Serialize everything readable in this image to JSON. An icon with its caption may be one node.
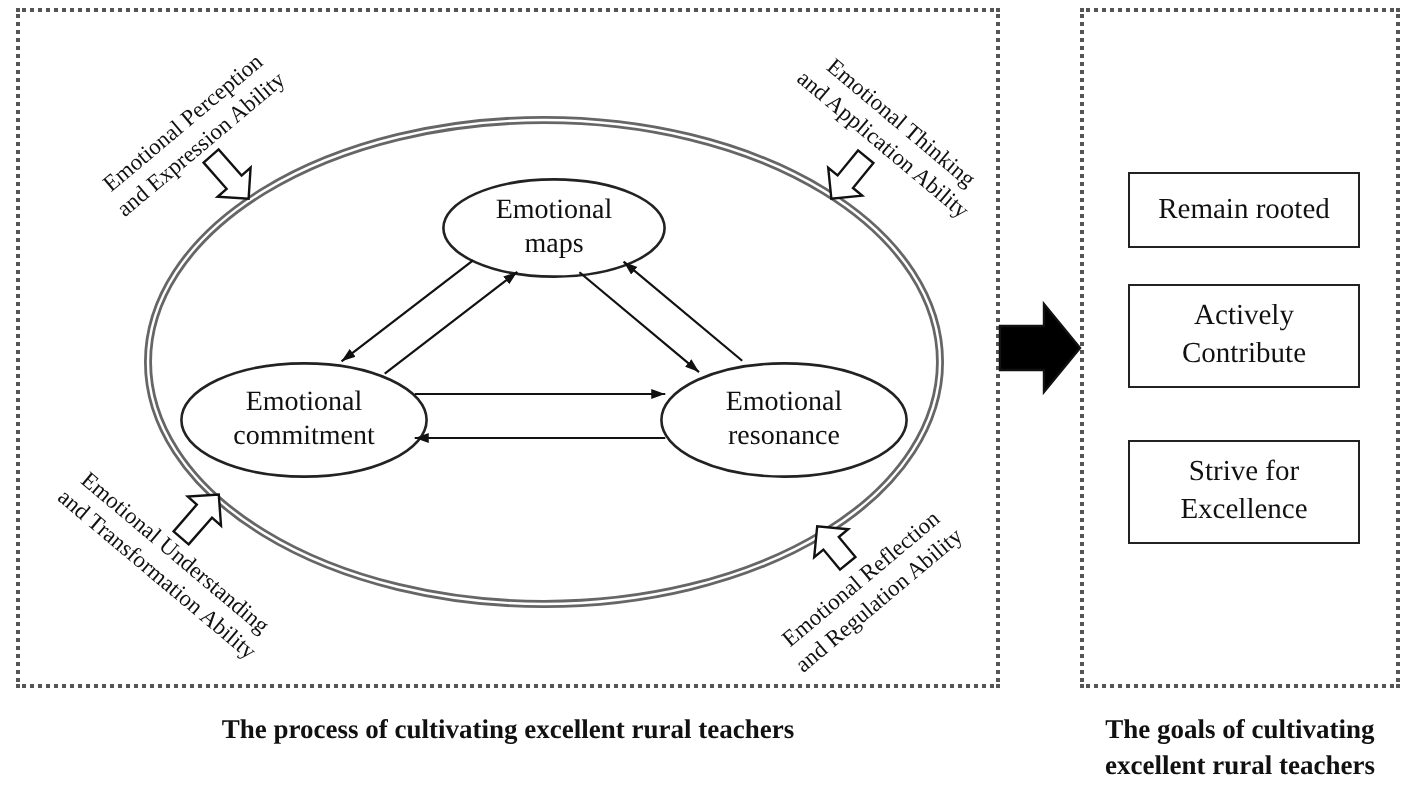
{
  "diagram": {
    "nodes": [
      {
        "text": [
          "The process of cultivating excellent rural teachers"
        ]
      },
      {
        "text": [],
        "shape": "ellipse",
        "in": 0
      },
      {
        "text": [
          "Emotional maps"
        ],
        "in": 1
      },
      {
        "text": [
          "Emotional commitment"
        ],
        "in": 1
      },
      {
        "text": [
          "Emotional resonance"
        ],
        "in": 1
      },
      {
        "text": [
          "Emotional Perception and Expression Ability"
        ],
        "in": 0
      },
      {
        "text": [
          "Emotional Thinking and Application Ability"
        ],
        "in": 0
      },
      {
        "text": [
          "Emotional Understanding and Transformation Ability"
        ],
        "in": 0
      },
      {
        "text": [
          "Emotional Reflection and Regulation Ability"
        ],
        "in": 0
      },
      {
        "text": [
          "The goals of cultivating excellent rural teachers"
        ]
      },
      {
        "text": [
          "Remain rooted"
        ],
        "in": 9
      },
      {
        "text": [
          "Actively Contribute"
        ],
        "in": 9
      },
      {
        "text": [
          "Strive for Excellence"
        ],
        "in": 9
      }
    ],
    "edges": [
      {
        "from": 2,
        "to": 3,
        "arrow": "to"
      },
      {
        "from": 3,
        "to": 2,
        "arrow": "to"
      },
      {
        "from": 2,
        "to": 4,
        "arrow": "to"
      },
      {
        "from": 4,
        "to": 2,
        "arrow": "to"
      },
      {
        "from": 3,
        "to": 4,
        "arrow": "to"
      },
      {
        "from": 4,
        "to": 3,
        "arrow": "to"
      },
      {
        "from": 5,
        "to": 1,
        "arrow": "to",
        "style": "thick"
      },
      {
        "from": 6,
        "to": 1,
        "arrow": "to",
        "style": "thick"
      },
      {
        "from": 7,
        "to": 1,
        "arrow": "to",
        "style": "thick"
      },
      {
        "from": 8,
        "to": 1,
        "arrow": "to",
        "style": "thick"
      },
      {
        "from": 0,
        "to": 9,
        "arrow": "to",
        "style": "thick",
        "color": "#000000"
      }
    ]
  }
}
